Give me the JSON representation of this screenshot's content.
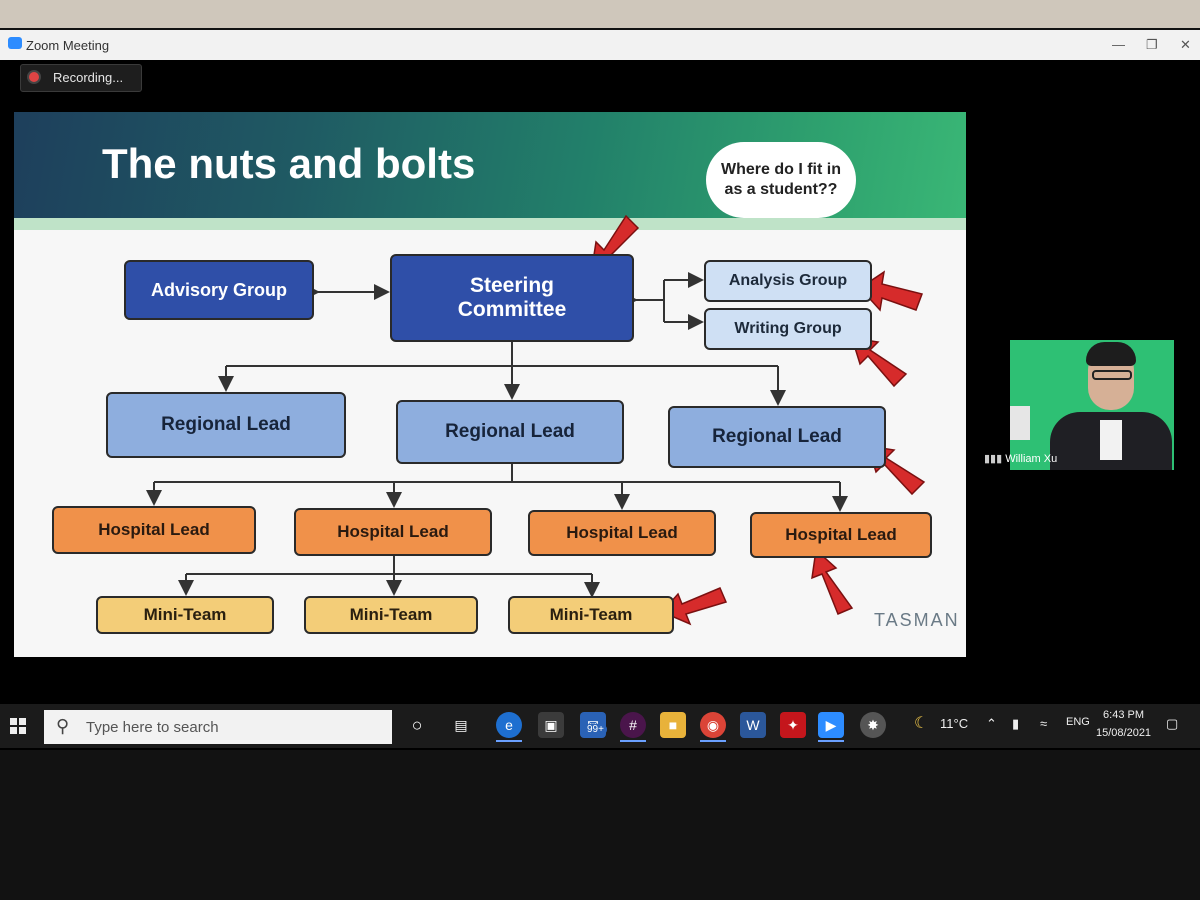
{
  "window": {
    "title": "Zoom Meeting",
    "recording": "Recording..."
  },
  "slide": {
    "title": "The nuts and bolts",
    "bubble_line1": "Where do I fit in",
    "bubble_line2": "as a student??",
    "boxes": {
      "advisory": "Advisory Group",
      "steering1": "Steering",
      "steering2": "Committee",
      "analysis": "Analysis Group",
      "writing": "Writing Group",
      "regional1": "Regional Lead",
      "regional2": "Regional Lead",
      "regional3": "Regional Lead",
      "hospital1": "Hospital Lead",
      "hospital2": "Hospital Lead",
      "hospital3": "Hospital Lead",
      "hospital4": "Hospital Lead",
      "mini1": "Mini-Team",
      "mini2": "Mini-Team",
      "mini3": "Mini-Team"
    },
    "logo": "TASMAN",
    "arrow_color": "#d62b2b"
  },
  "participant": {
    "name": "William Xu"
  },
  "taskbar": {
    "search_placeholder": "Type here to search",
    "badge": "99+",
    "weather": "11°C",
    "language": "ENG",
    "time": "6:43 PM",
    "date": "15/08/2021"
  }
}
